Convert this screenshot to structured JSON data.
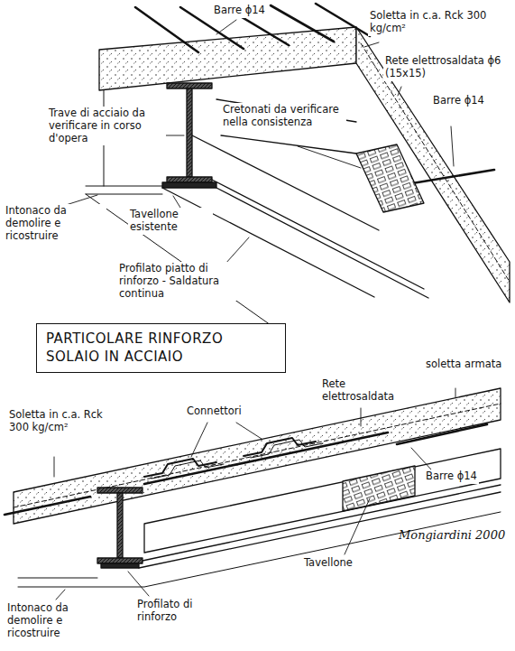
{
  "diagram": {
    "title": "PARTICOLARE RINFORZO SOLAIO IN ACCIAIO",
    "labels": [
      "Barre ϕ14",
      "Soletta in c.a. Rck 300 kg/cm²",
      "Rete elettrosaldata ϕ6 (15x15)",
      "Barre ϕ14",
      "Trave di acciaio da verificare in corso d'opera",
      "Cretonati da verificare nella consistenza",
      "Intonaco da demolire e ricostruire",
      "Tavellone esistente",
      "Profilato piatto di rinforzo - Saldatura continua",
      "Soletta in c.a. Rck 300 kg/cm²",
      "Connettori",
      "Rete elettrosaldata",
      "soletta armata",
      "Barre ϕ14",
      "Intonaco da demolire e ricostruire",
      "Profilato di rinforzo",
      "Tavellone",
      "Mongiardini 2000"
    ]
  }
}
